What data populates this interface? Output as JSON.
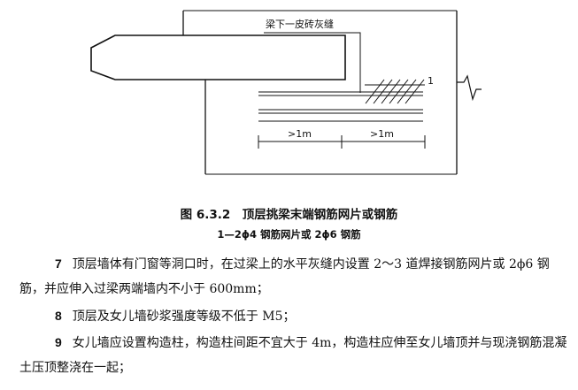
{
  "figure": {
    "label_mortar_joint": "梁下一皮砖灰缝",
    "label_item_1": "1",
    "dim_left": ">1m",
    "dim_right": ">1m"
  },
  "caption": {
    "title": "图 6.3.2　顶层挑梁末端钢筋网片或钢筋",
    "subtitle": "1—2ϕ4 钢筋网片或 2ϕ6 钢筋"
  },
  "paragraphs": [
    {
      "num": "7",
      "text": "顶层墙体有门窗等洞口时，在过梁上的水平灰缝内设置 2～3 道焊接钢筋网片或 2ϕ6 钢筋，并应伸入过梁两端墙内不小于 600mm；"
    },
    {
      "num": "8",
      "text": "顶层及女儿墙砂浆强度等级不低于 M5；"
    },
    {
      "num": "9",
      "text": "女儿墙应设置构造柱，构造柱间距不宜大于 4m，构造柱应伸至女儿墙顶并与现浇钢筋混凝土压顶整浇在一起；"
    }
  ]
}
